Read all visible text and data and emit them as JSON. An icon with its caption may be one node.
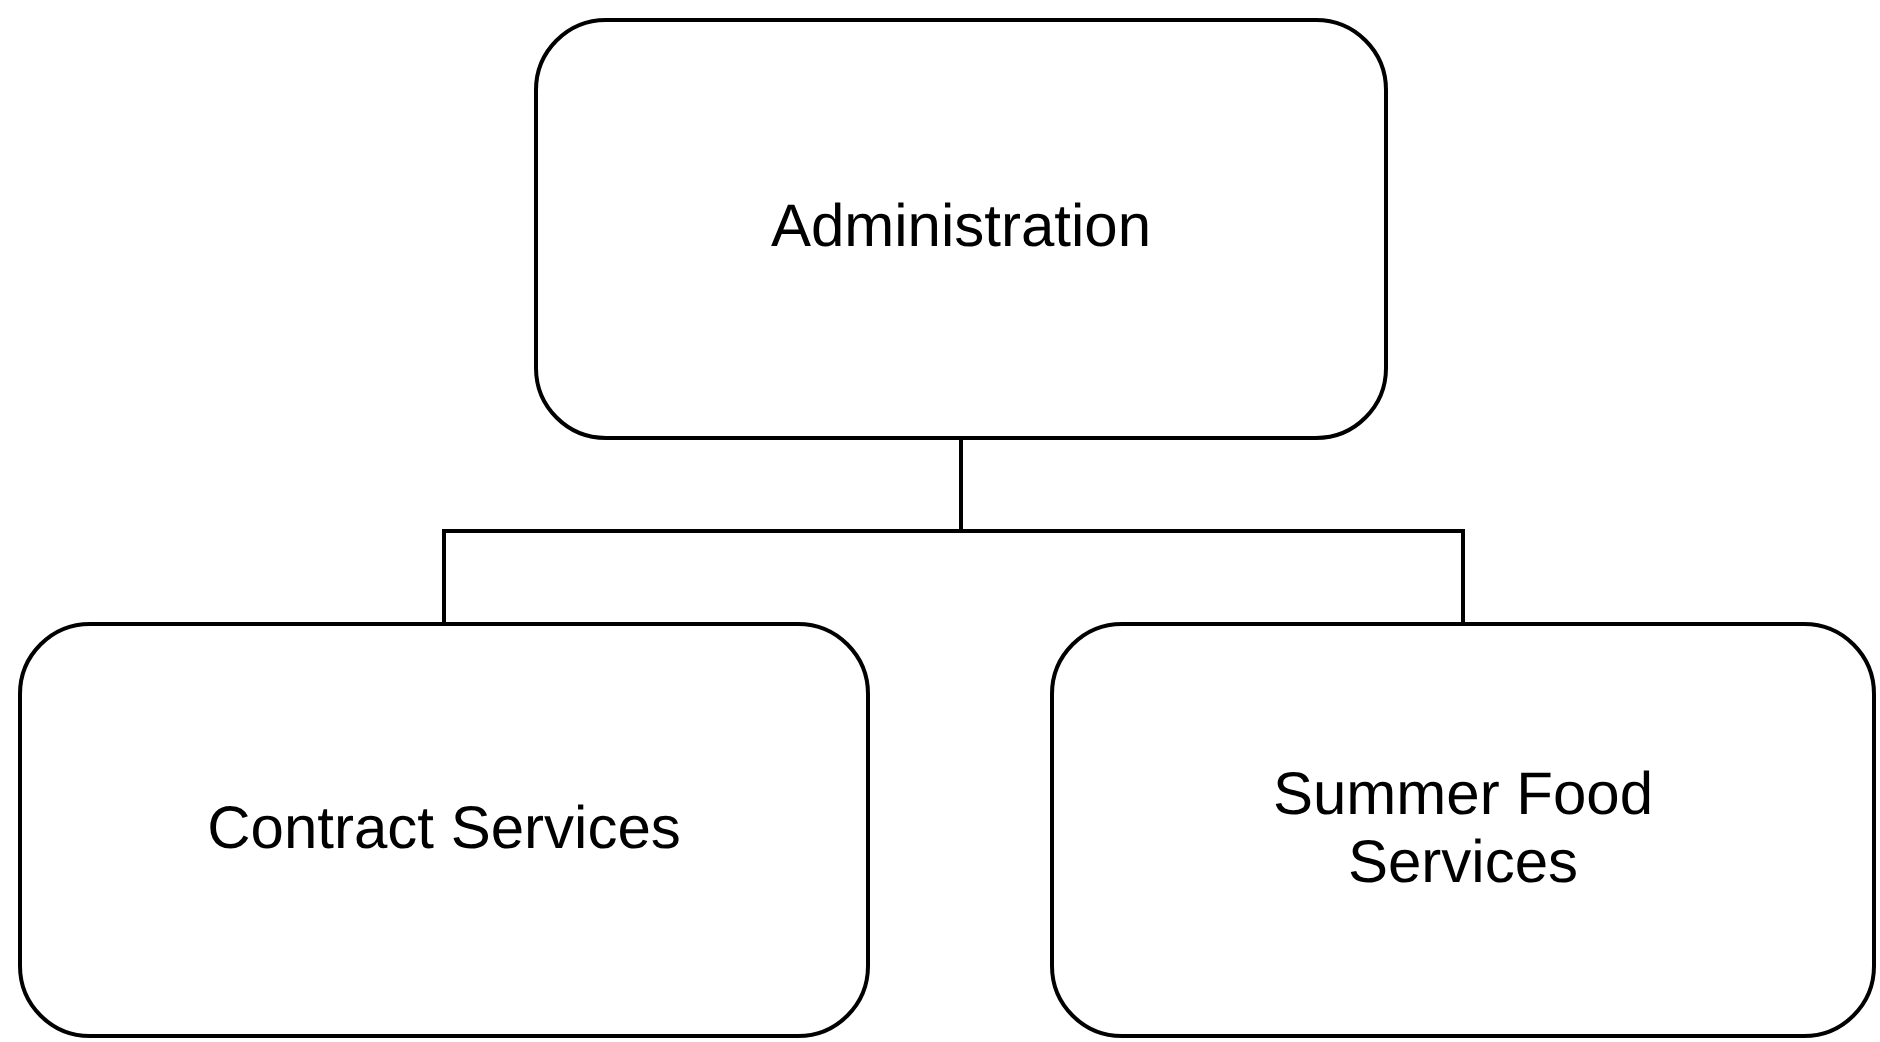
{
  "diagram": {
    "nodes": [
      {
        "text": [
          "Administration"
        ]
      },
      {
        "text": [
          "Contract Services"
        ]
      },
      {
        "text": [
          "Summer Food Services"
        ]
      }
    ],
    "edges": [
      {
        "from": 0,
        "to": 1,
        "arrow": "none"
      },
      {
        "from": 0,
        "to": 2,
        "arrow": "none"
      }
    ]
  }
}
